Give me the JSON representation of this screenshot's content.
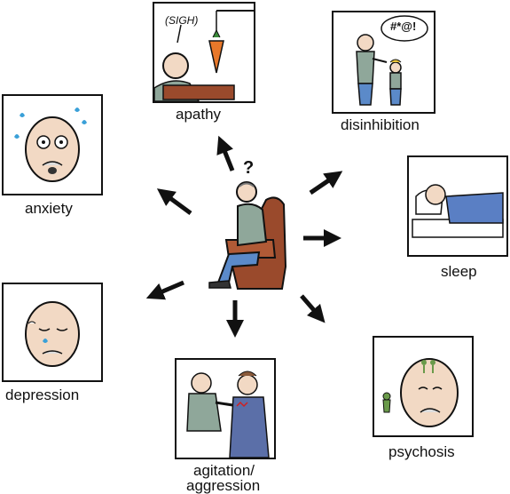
{
  "center": {
    "question_mark": "?"
  },
  "panels": {
    "apathy": {
      "label": "apathy",
      "speech": "(SIGH)"
    },
    "disinhibition": {
      "label": "disinhibition",
      "speech": "#*@!"
    },
    "anxiety": {
      "label": "anxiety"
    },
    "sleep": {
      "label": "sleep"
    },
    "depression": {
      "label": "depression"
    },
    "agitation": {
      "label_line1": "agitation/",
      "label_line2": "aggression"
    },
    "psychosis": {
      "label": "psychosis"
    }
  },
  "colors": {
    "outline": "#111111",
    "skin": "#f2d9c4",
    "shirt_green": "#8fa79a",
    "jeans_blue": "#5b8ac9",
    "chair_brown": "#9a4a2c",
    "blanket_blue": "#5a7fc4",
    "carrot_orange": "#e8782a",
    "tear_blue": "#3aa0d8"
  }
}
